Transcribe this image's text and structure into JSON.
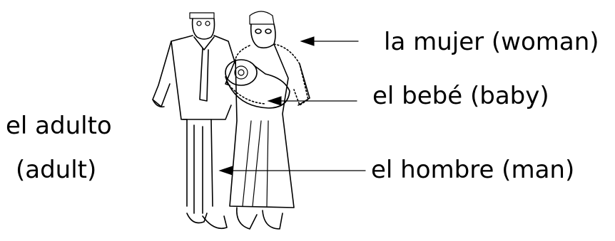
{
  "labels": {
    "woman": "la mujer (woman)",
    "baby": "el bebé (baby)",
    "man": "el hombre (man)",
    "adult": "el adulto",
    "adult_en": "(adult)"
  },
  "colors": {
    "ink": "#000000",
    "background": "#ffffff"
  }
}
